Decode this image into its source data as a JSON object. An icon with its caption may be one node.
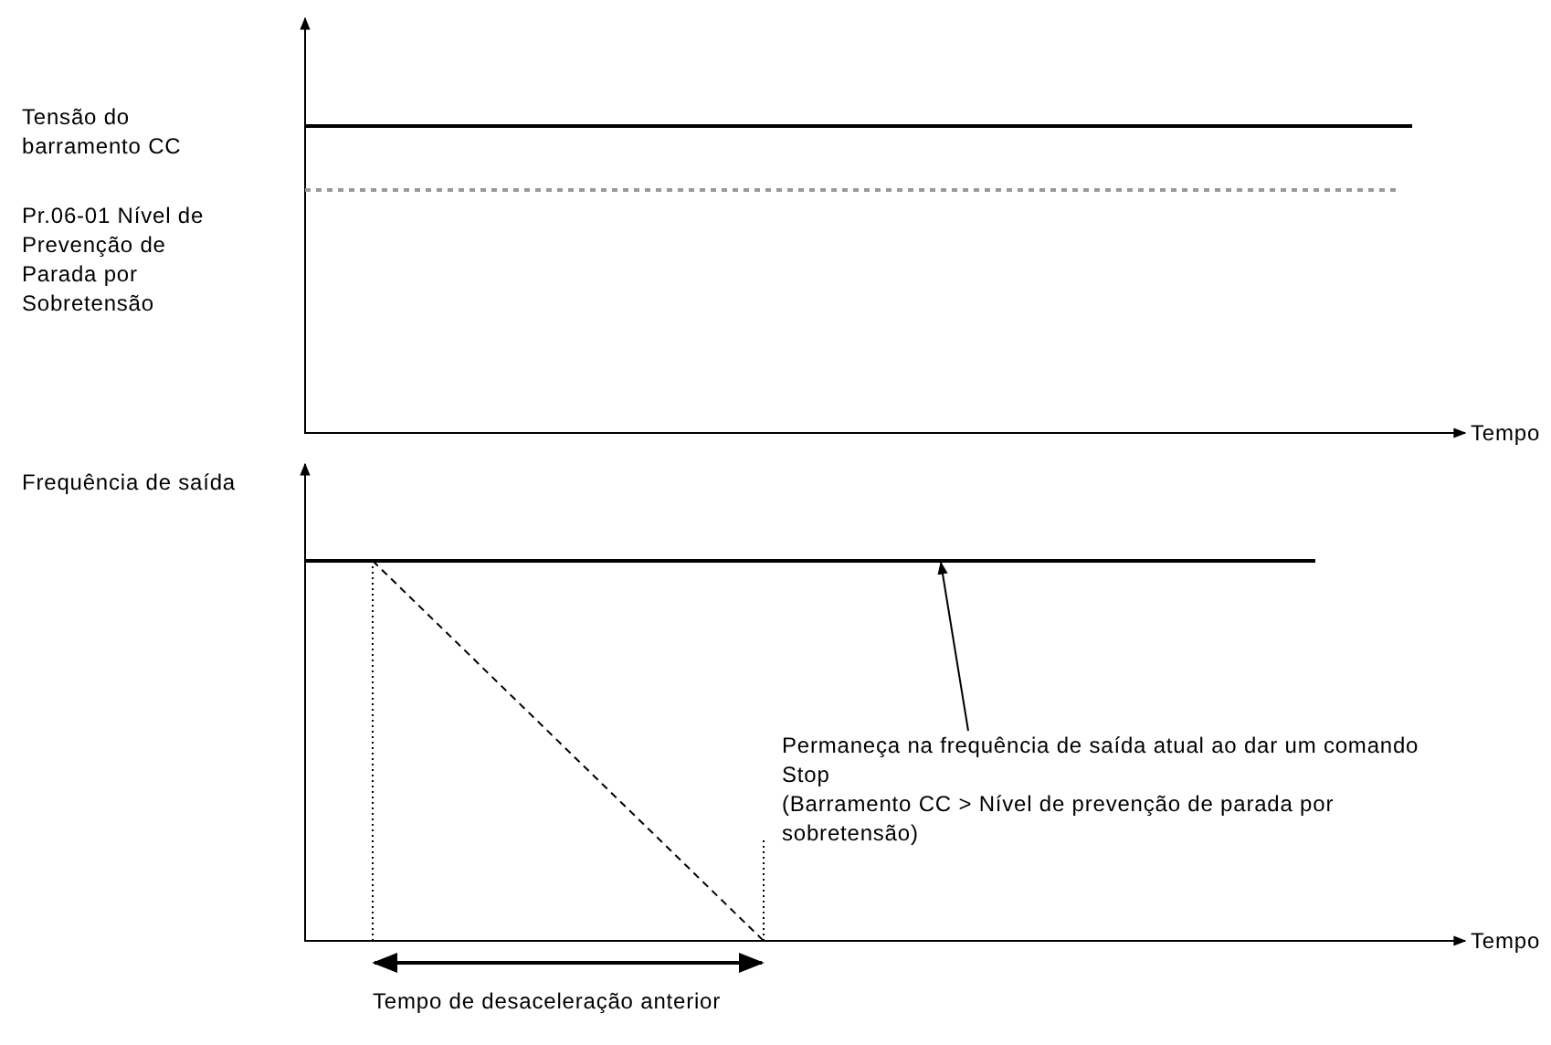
{
  "diagram": {
    "nodes": [
      {
        "text": [
          "Permaneça na frequência de saída atual ao dar um comando Stop",
          "(Barramento CC > Nível de prevenção de parada por sobretensão)"
        ]
      },
      {
        "text": [],
        "shape": "line"
      }
    ],
    "edges": [
      {
        "from": 0,
        "to": 1,
        "arrow": "to"
      }
    ],
    "labels": [
      "Tensão do barramento CC",
      "Pr.06-01 Nível de Prevenção de Parada por Sobretensão",
      "Tempo",
      "Frequência de saída",
      "Tempo",
      "Tempo de desaceleração anterior"
    ]
  }
}
